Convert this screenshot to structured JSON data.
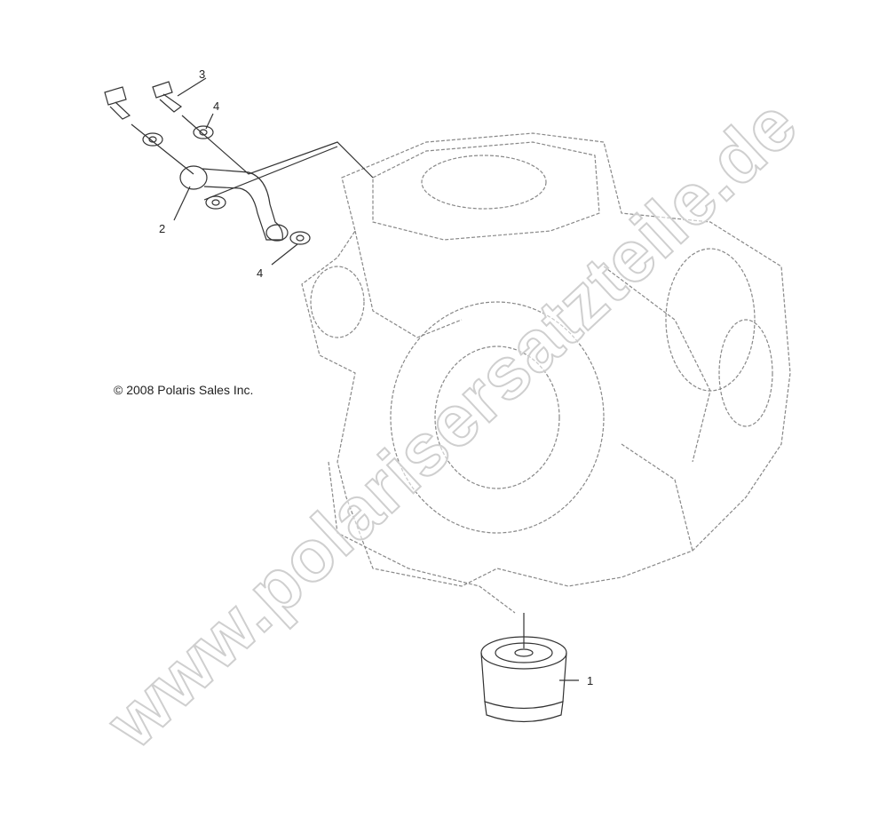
{
  "diagram": {
    "callouts": [
      {
        "id": "1",
        "label": "1"
      },
      {
        "id": "2",
        "label": "2"
      },
      {
        "id": "3",
        "label": "3"
      },
      {
        "id": "4a",
        "label": "4"
      },
      {
        "id": "4b",
        "label": "4"
      }
    ],
    "copyright": "© 2008 Polaris Sales Inc.",
    "watermark": "www.polarisersatzteile.de",
    "line_color": "#555555"
  }
}
